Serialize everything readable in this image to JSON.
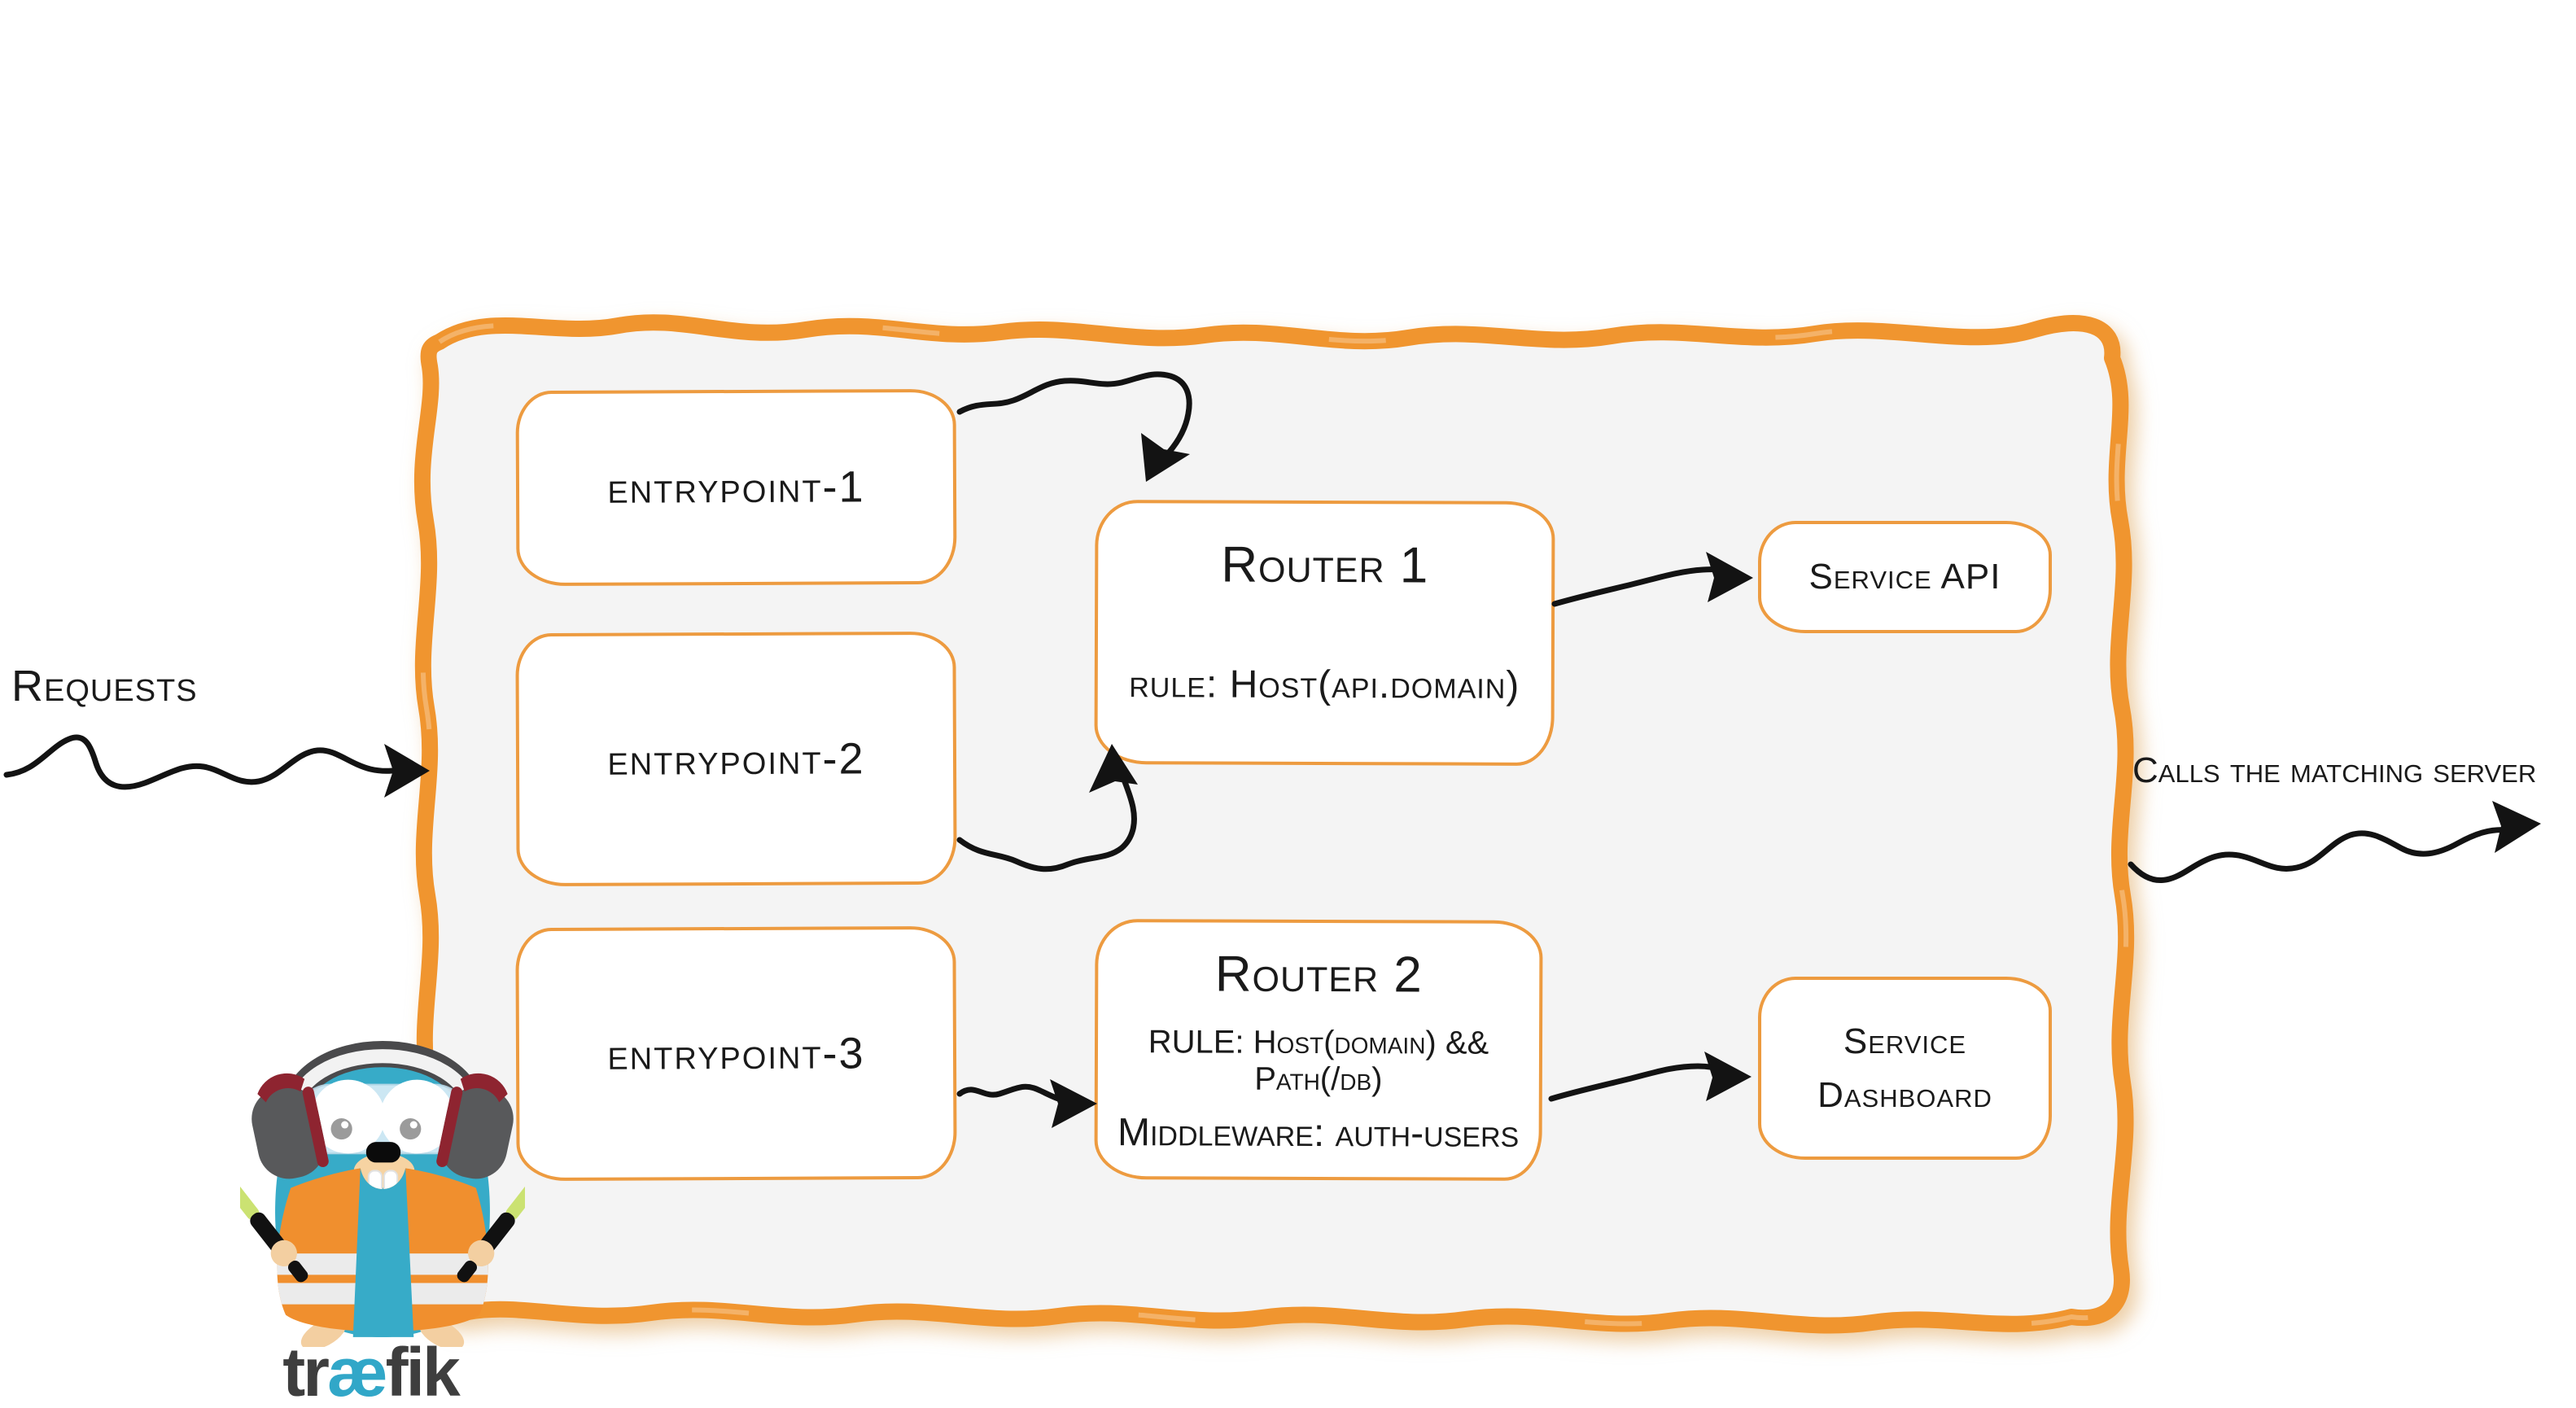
{
  "diagram": {
    "outside": {
      "requests_label": "Requests",
      "calls_label": "Calls the matching server"
    },
    "entrypoints": [
      {
        "label": "entrypoint-1"
      },
      {
        "label": "entrypoint-2"
      },
      {
        "label": "entrypoint-3"
      }
    ],
    "routers": [
      {
        "title": "Router 1",
        "rule": "rule: Host(api.domain)"
      },
      {
        "title": "Router 2",
        "rule": "RULE: Host(domain) && Path(/db)",
        "middleware": "Middleware: auth-users"
      }
    ],
    "services": [
      {
        "label": "Service API"
      },
      {
        "label": "Service Dashboard"
      }
    ],
    "logo": {
      "tr": "tr",
      "ae": "æ",
      "fik": "fik"
    },
    "colors": {
      "container_border_orange": "#F0952F",
      "box_border_orange": "#ED9B40",
      "container_fill": "#F4F4F4",
      "arrow_black": "#131313",
      "gopher_teal": "#37ABC8",
      "vest_orange": "#F08F2E",
      "baton_lime": "#CBE272",
      "wordmark_gray": "#3E3E3E",
      "wordmark_teal": "#31A7C8"
    }
  }
}
